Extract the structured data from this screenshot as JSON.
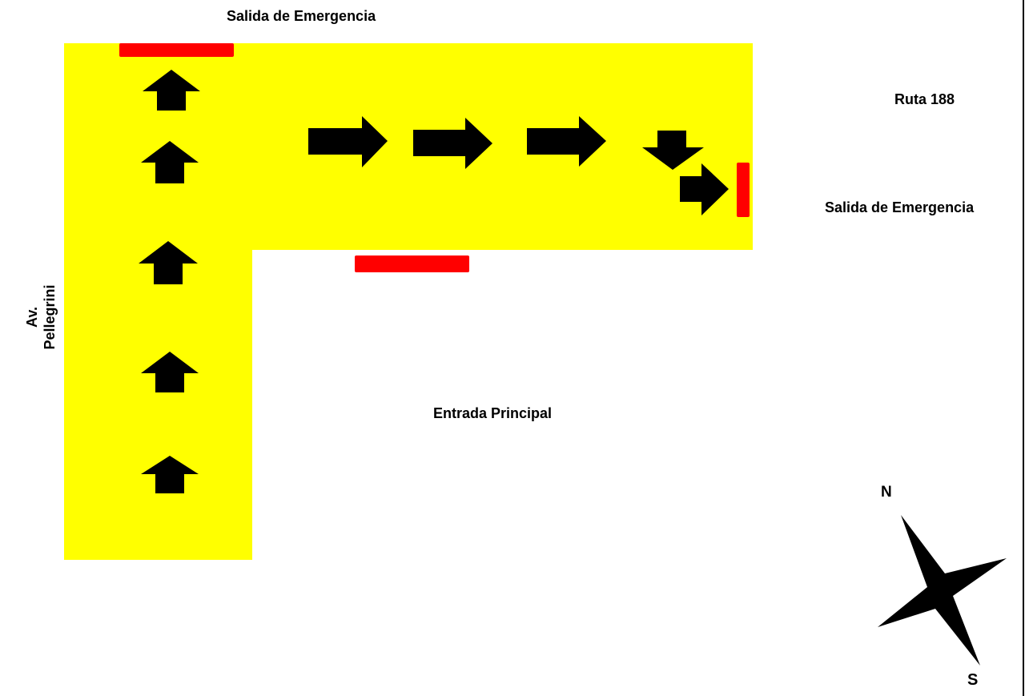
{
  "colors": {
    "zone": "#ffff00",
    "exit": "#ff0000",
    "arrow": "#000000",
    "compass": "#000000"
  },
  "labels": {
    "emergency_exit_top": "Salida de Emergencia",
    "road_right": "Ruta 188",
    "emergency_exit_right": "Salida de Emergencia",
    "main_entrance": "Entrada Principal",
    "avenue_line1": "Av.",
    "avenue_line2": "Pellegrini"
  },
  "compass": {
    "north": "N",
    "south": "S",
    "icon": "compass-star-icon"
  },
  "arrows": {
    "icon": "arrow-icon",
    "vertical_up_count": 5,
    "horizontal_right_count": 4,
    "down_count": 1
  }
}
